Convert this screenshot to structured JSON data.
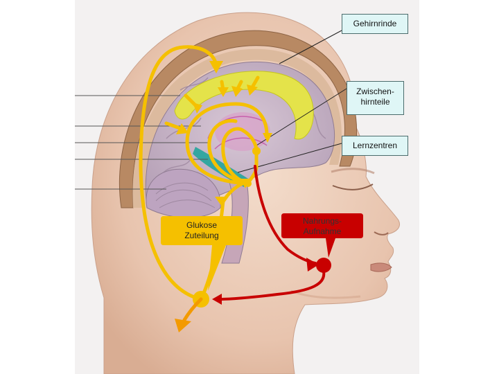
{
  "labels": {
    "cortex": "Gehirnrinde",
    "diencephalon_line1": "Zwischen-",
    "diencephalon_line2": "hirnteile",
    "learning_centers": "Lernzentren"
  },
  "callouts": {
    "glucose_line1": "Glukose",
    "glucose_line2": "Zuteilung",
    "food_line1": "Nahrungs-",
    "food_line2": "Aufnahme"
  },
  "colors": {
    "glucose_flow": "#f5c000",
    "food_flow": "#c80000",
    "output_flow": "#f39a00",
    "label_bg": "#dff6f6",
    "skin": "#e8c4ae",
    "brain": "#c9b7c8",
    "corpus_callosum": "#e4e34a",
    "learning_center": "#1aa39a"
  }
}
